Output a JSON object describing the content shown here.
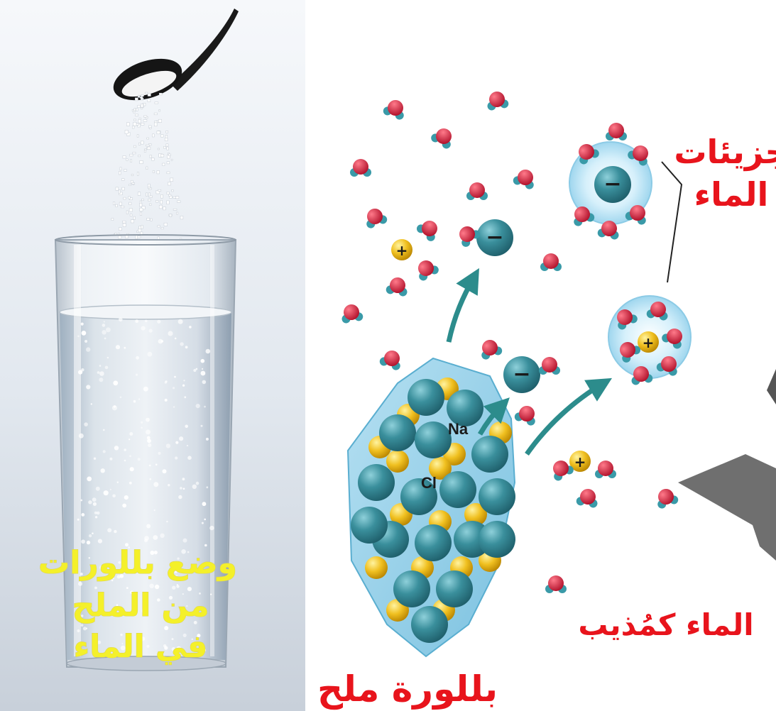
{
  "photo_caption": {
    "line1": "وضع بللورات",
    "line2": "من الملح",
    "line3": "في الماء"
  },
  "labels": {
    "water_molecules_line1": "جزيئات",
    "water_molecules_line2": "الماء",
    "water_as_solvent": "الماء كمُذيب",
    "salt_crystal": "بللورة ملح",
    "na": "Na",
    "cl": "Cl",
    "plus": "+",
    "minus": "−"
  },
  "colors": {
    "label_red": "#e8141c",
    "caption_yellow": "#f4f02a",
    "chloride_teal": "#2f7f8c",
    "sodium_yellow": "#f0b81e",
    "hydration_shell": "#bfe6f7",
    "water_oxygen": "#c8203a",
    "water_hydrogen": "#3a9aa8",
    "arrow_teal": "#2c8c8c"
  }
}
